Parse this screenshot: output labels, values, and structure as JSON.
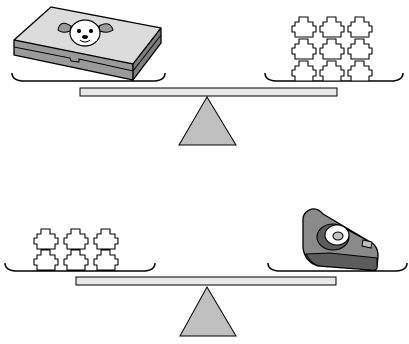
{
  "scales": [
    {
      "left_pan_item": "pencil-case",
      "right_pan_item": "connecting-cubes",
      "right_pan_cube_grid": {
        "rows": 3,
        "columns": 3
      }
    },
    {
      "left_pan_item": "connecting-cubes",
      "left_pan_cube_grid": {
        "rows": 2,
        "columns": 3
      },
      "right_pan_item": "tape-dispenser"
    }
  ],
  "colors": {
    "outline": "#000000",
    "fulcrum": "#c0c0c0",
    "beam": "#e8e8e8",
    "cube_fill": "#ffffff",
    "pencil_case_top": "#dcdcdc",
    "pencil_case_side": "#9a9a9a",
    "tape_dispenser": "#8a8a8a",
    "tape_dispenser_dark": "#5c5c5c",
    "tape_roll": "#ffffff"
  }
}
